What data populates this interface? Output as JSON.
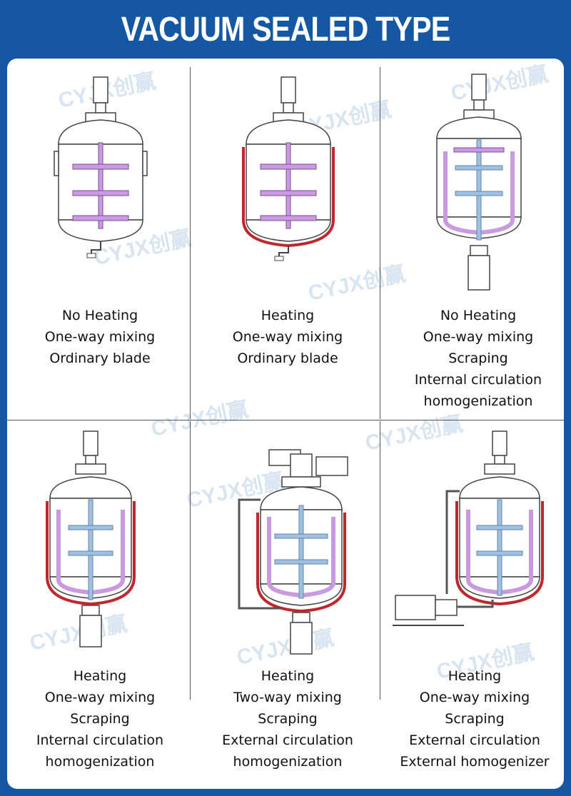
{
  "title": "VACUUM SEALED TYPE",
  "watermark": "CYJX创赢",
  "colors": {
    "background": "#1557a3",
    "blade_purple": "#c99ae0",
    "shaft_blue": "#9fc0de",
    "jacket_red": "#c0272d"
  },
  "cells": [
    {
      "lines": [
        "No Heating",
        "One-way mixing",
        "Ordinary blade"
      ]
    },
    {
      "lines": [
        "Heating",
        "One-way mixing",
        "Ordinary blade"
      ]
    },
    {
      "lines": [
        "No Heating",
        "One-way mixing",
        "Scraping",
        "Internal circulation",
        "homogenization"
      ]
    },
    {
      "lines": [
        "Heating",
        "One-way mixing",
        "Scraping",
        "Internal circulation",
        "homogenization"
      ]
    },
    {
      "lines": [
        "Heating",
        "Two-way mixing",
        "Scraping",
        "External circulation",
        "homogenization"
      ]
    },
    {
      "lines": [
        "Heating",
        "One-way mixing",
        "Scraping",
        "External circulation",
        "External homogenizer"
      ]
    }
  ]
}
